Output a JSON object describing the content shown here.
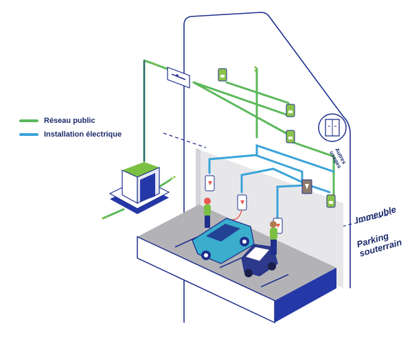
{
  "legend": {
    "items": [
      {
        "label": "Réseau public",
        "color": "#5cb85c"
      },
      {
        "label": "Installation électrique",
        "color": "#3aa3d9"
      }
    ]
  },
  "zones": {
    "building": "Immeuble",
    "parking_line1": "Parking",
    "parking_line2": "souterrain"
  },
  "annotations": {
    "other_uses_line1": "Autres",
    "other_uses_line2": "usages"
  },
  "colors": {
    "outline": "#1e2f8c",
    "green": "#5cb85c",
    "blue": "#3aa3d9",
    "wall": "#e6e6e9",
    "floor": "#b0b0b4",
    "car": "#3aaecc",
    "small_car": "#2d3a8c"
  },
  "icons": [
    "switch-icon",
    "meter-icon",
    "charger-icon",
    "panel-icon",
    "substation-icon",
    "car-icon",
    "person-icon",
    "elevator-icon"
  ]
}
